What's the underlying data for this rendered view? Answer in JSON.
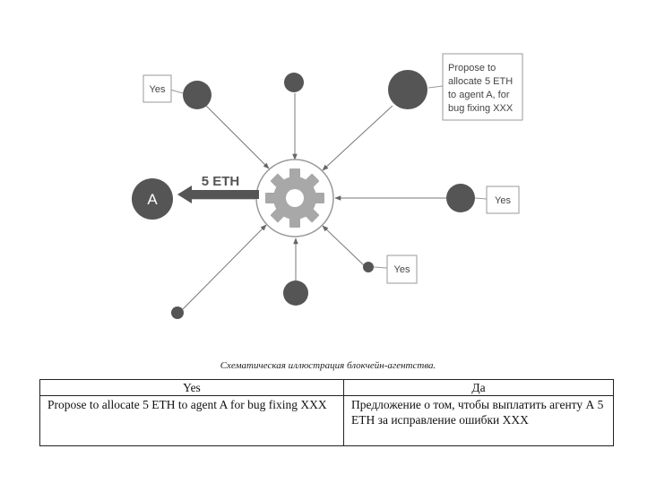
{
  "diagram": {
    "transfer_label": "5 ETH",
    "agent_label": "A",
    "callouts": {
      "yes_top_left": "Yes",
      "proposal": [
        "Propose to",
        "allocate 5 ETH",
        "to agent A, for",
        "bug fixing XXX"
      ],
      "yes_right": "Yes",
      "yes_bottom_right": "Yes"
    },
    "colors": {
      "node": "#555555",
      "gear": "#a9a9a9",
      "lines": "#666666"
    }
  },
  "caption": "Схематическая иллюстрация блокчейн-агентства.",
  "table": {
    "headers": [
      "Yes",
      "Да"
    ],
    "rows": [
      [
        "Propose to allocate 5 ETH to agent A for bug fixing XXX",
        "Предложение о том, чтобы выплатить агенту А 5 ETH за исправление ошибки XXX"
      ]
    ]
  }
}
